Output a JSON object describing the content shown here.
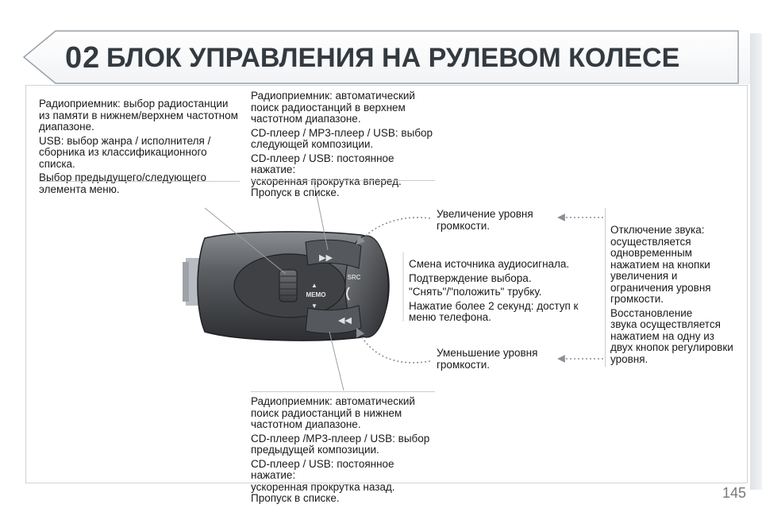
{
  "header": {
    "chapter_number": "02",
    "title": "БЛОК УПРАВЛЕНИЯ НА РУЛЕВОМ КОЛЕСЕ"
  },
  "left_block": {
    "paragraphs": [
      "Радиоприемник: выбор радиостанции\nиз памяти в нижнем/верхнем частотном\nдиапазоне.",
      "USB: выбор жанра / исполнителя /\nсборника из классификационного списка.",
      "Выбор предыдущего/следующего\nэлемента меню."
    ]
  },
  "top_block": {
    "paragraphs": [
      "Радиоприемник: автоматический\nпоиск радиостанций в верхнем\nчастотном диапазоне.",
      "CD-плеер / MP3-плеер / USB: выбор\nследующей композиции.",
      "CD-плеер / USB: постоянное нажатие:\nускоренная прокрутка вперед.\nПропуск в списке."
    ]
  },
  "volume_up": {
    "text": "Увеличение уровня\nгромкости."
  },
  "src_block": {
    "paragraphs": [
      "Смена источника аудиосигнала.",
      "Подтверждение выбора.",
      "\"Снять\"/\"положить\" трубку.",
      "Нажатие более 2 секунд: доступ к\nменю телефона."
    ]
  },
  "volume_down": {
    "text": "Уменьшение уровня\nгромкости."
  },
  "bottom_block": {
    "paragraphs": [
      "Радиоприемник: автоматический\nпоиск радиостанций в нижнем\nчастотном диапазоне.",
      "CD-плеер /MP3-плеер / USB: выбор\nпредыдущей композиции.",
      "CD-плеер / USB: постоянное нажатие:\nускоренная прокрутка назад.\nПропуск в списке."
    ]
  },
  "mute_block": {
    "paragraphs": [
      "Отключение звука:\nосуществляется\nодновременным\nнажатием на кнопки\nувеличения и\nограничения уровня\nгромкости.",
      "Восстановление\nзвука осуществляется\nнажатием на одну из\nдвух кнопок регулировки\nуровня."
    ]
  },
  "control_labels": {
    "memo": "MEMO",
    "src": "SRC"
  },
  "page_number": "145"
}
